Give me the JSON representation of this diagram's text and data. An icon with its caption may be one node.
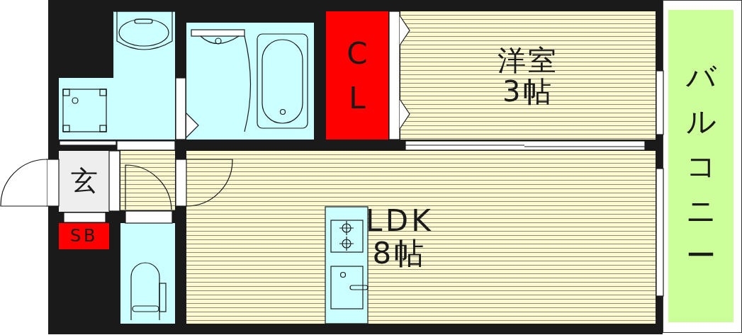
{
  "diagram": {
    "nodes": [
      {
        "text": [],
        "shape": "box"
      },
      {
        "text": [],
        "shape": "box"
      },
      {
        "text": [
          "CL"
        ]
      },
      {
        "text": [
          "洋室",
          "3帖"
        ]
      },
      {
        "text": [
          "バルコニー"
        ]
      },
      {
        "text": [
          "玄"
        ]
      },
      {
        "text": [],
        "shape": "box"
      },
      {
        "text": [
          "LDK",
          "8帖"
        ]
      },
      {
        "text": [
          "SB"
        ]
      },
      {
        "text": [],
        "shape": "box"
      }
    ],
    "edges": []
  }
}
